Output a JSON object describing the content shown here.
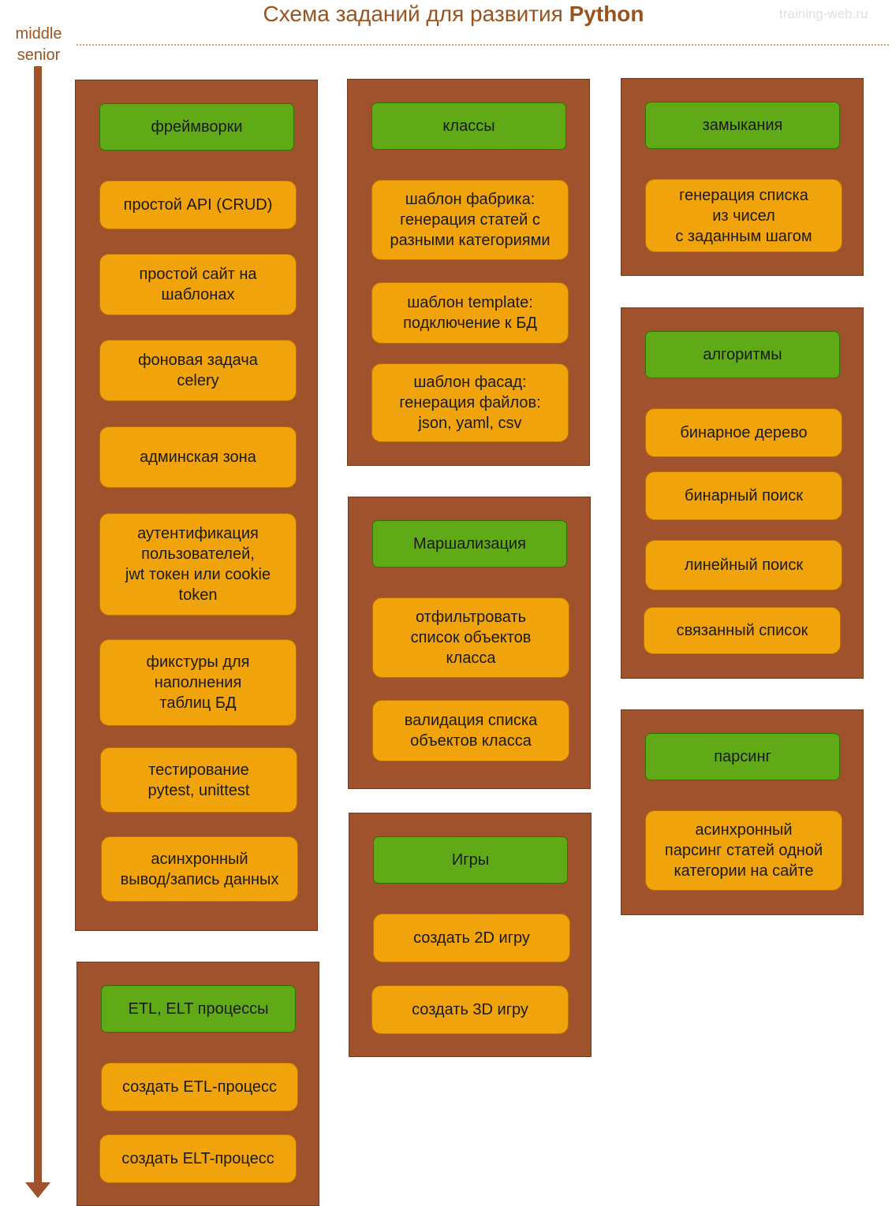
{
  "title": {
    "prefix": "Схема заданий для развития ",
    "bold": "Python"
  },
  "watermark": "training-web.ru",
  "levels": {
    "top": "middle",
    "bottom": "senior"
  },
  "groups": {
    "frameworks": {
      "head": "фреймворки",
      "tasks": [
        "простой API (CRUD)",
        "простой сайт на\nшаблонах",
        "фоновая задача\ncelery",
        "админская зона",
        "аутентификация\nпользователей,\njwt токен или cookie\ntoken",
        "фикстуры для\nнаполнения\nтаблиц БД",
        "тестирование\npytest, unittest",
        "асинхронный\nвывод/запись данных"
      ]
    },
    "etl": {
      "head": "ETL, ELT процессы",
      "tasks": [
        "создать ETL-процесс",
        "создать ELT-процесс"
      ]
    },
    "classes": {
      "head": "классы",
      "tasks": [
        "шаблон фабрика:\nгенерация статей с\nразными категориями",
        "шаблон template:\nподключение к БД",
        "шаблон фасад:\nгенерация файлов:\njson, yaml, csv"
      ]
    },
    "marshal": {
      "head": "Маршализация",
      "tasks": [
        "отфильтровать\nсписок объектов\nкласса",
        "валидация списка\nобъектов класса"
      ]
    },
    "games": {
      "head": "Игры",
      "tasks": [
        "создать 2D игру",
        "создать 3D игру"
      ]
    },
    "closures": {
      "head": "замыкания",
      "tasks": [
        "генерация списка\nиз чисел\nс заданным шагом"
      ]
    },
    "algorithms": {
      "head": "алгоритмы",
      "tasks": [
        "бинарное дерево",
        "бинарный поиск",
        "линейный поиск",
        "связанный список"
      ]
    },
    "parsing": {
      "head": "парсинг",
      "tasks": [
        "асинхронный\nпарсинг статей одной\nкатегории на сайте"
      ]
    }
  },
  "colors": {
    "group": "#a0522d",
    "head": "#60a917",
    "task": "#f0a30a",
    "title": "#99531f"
  }
}
